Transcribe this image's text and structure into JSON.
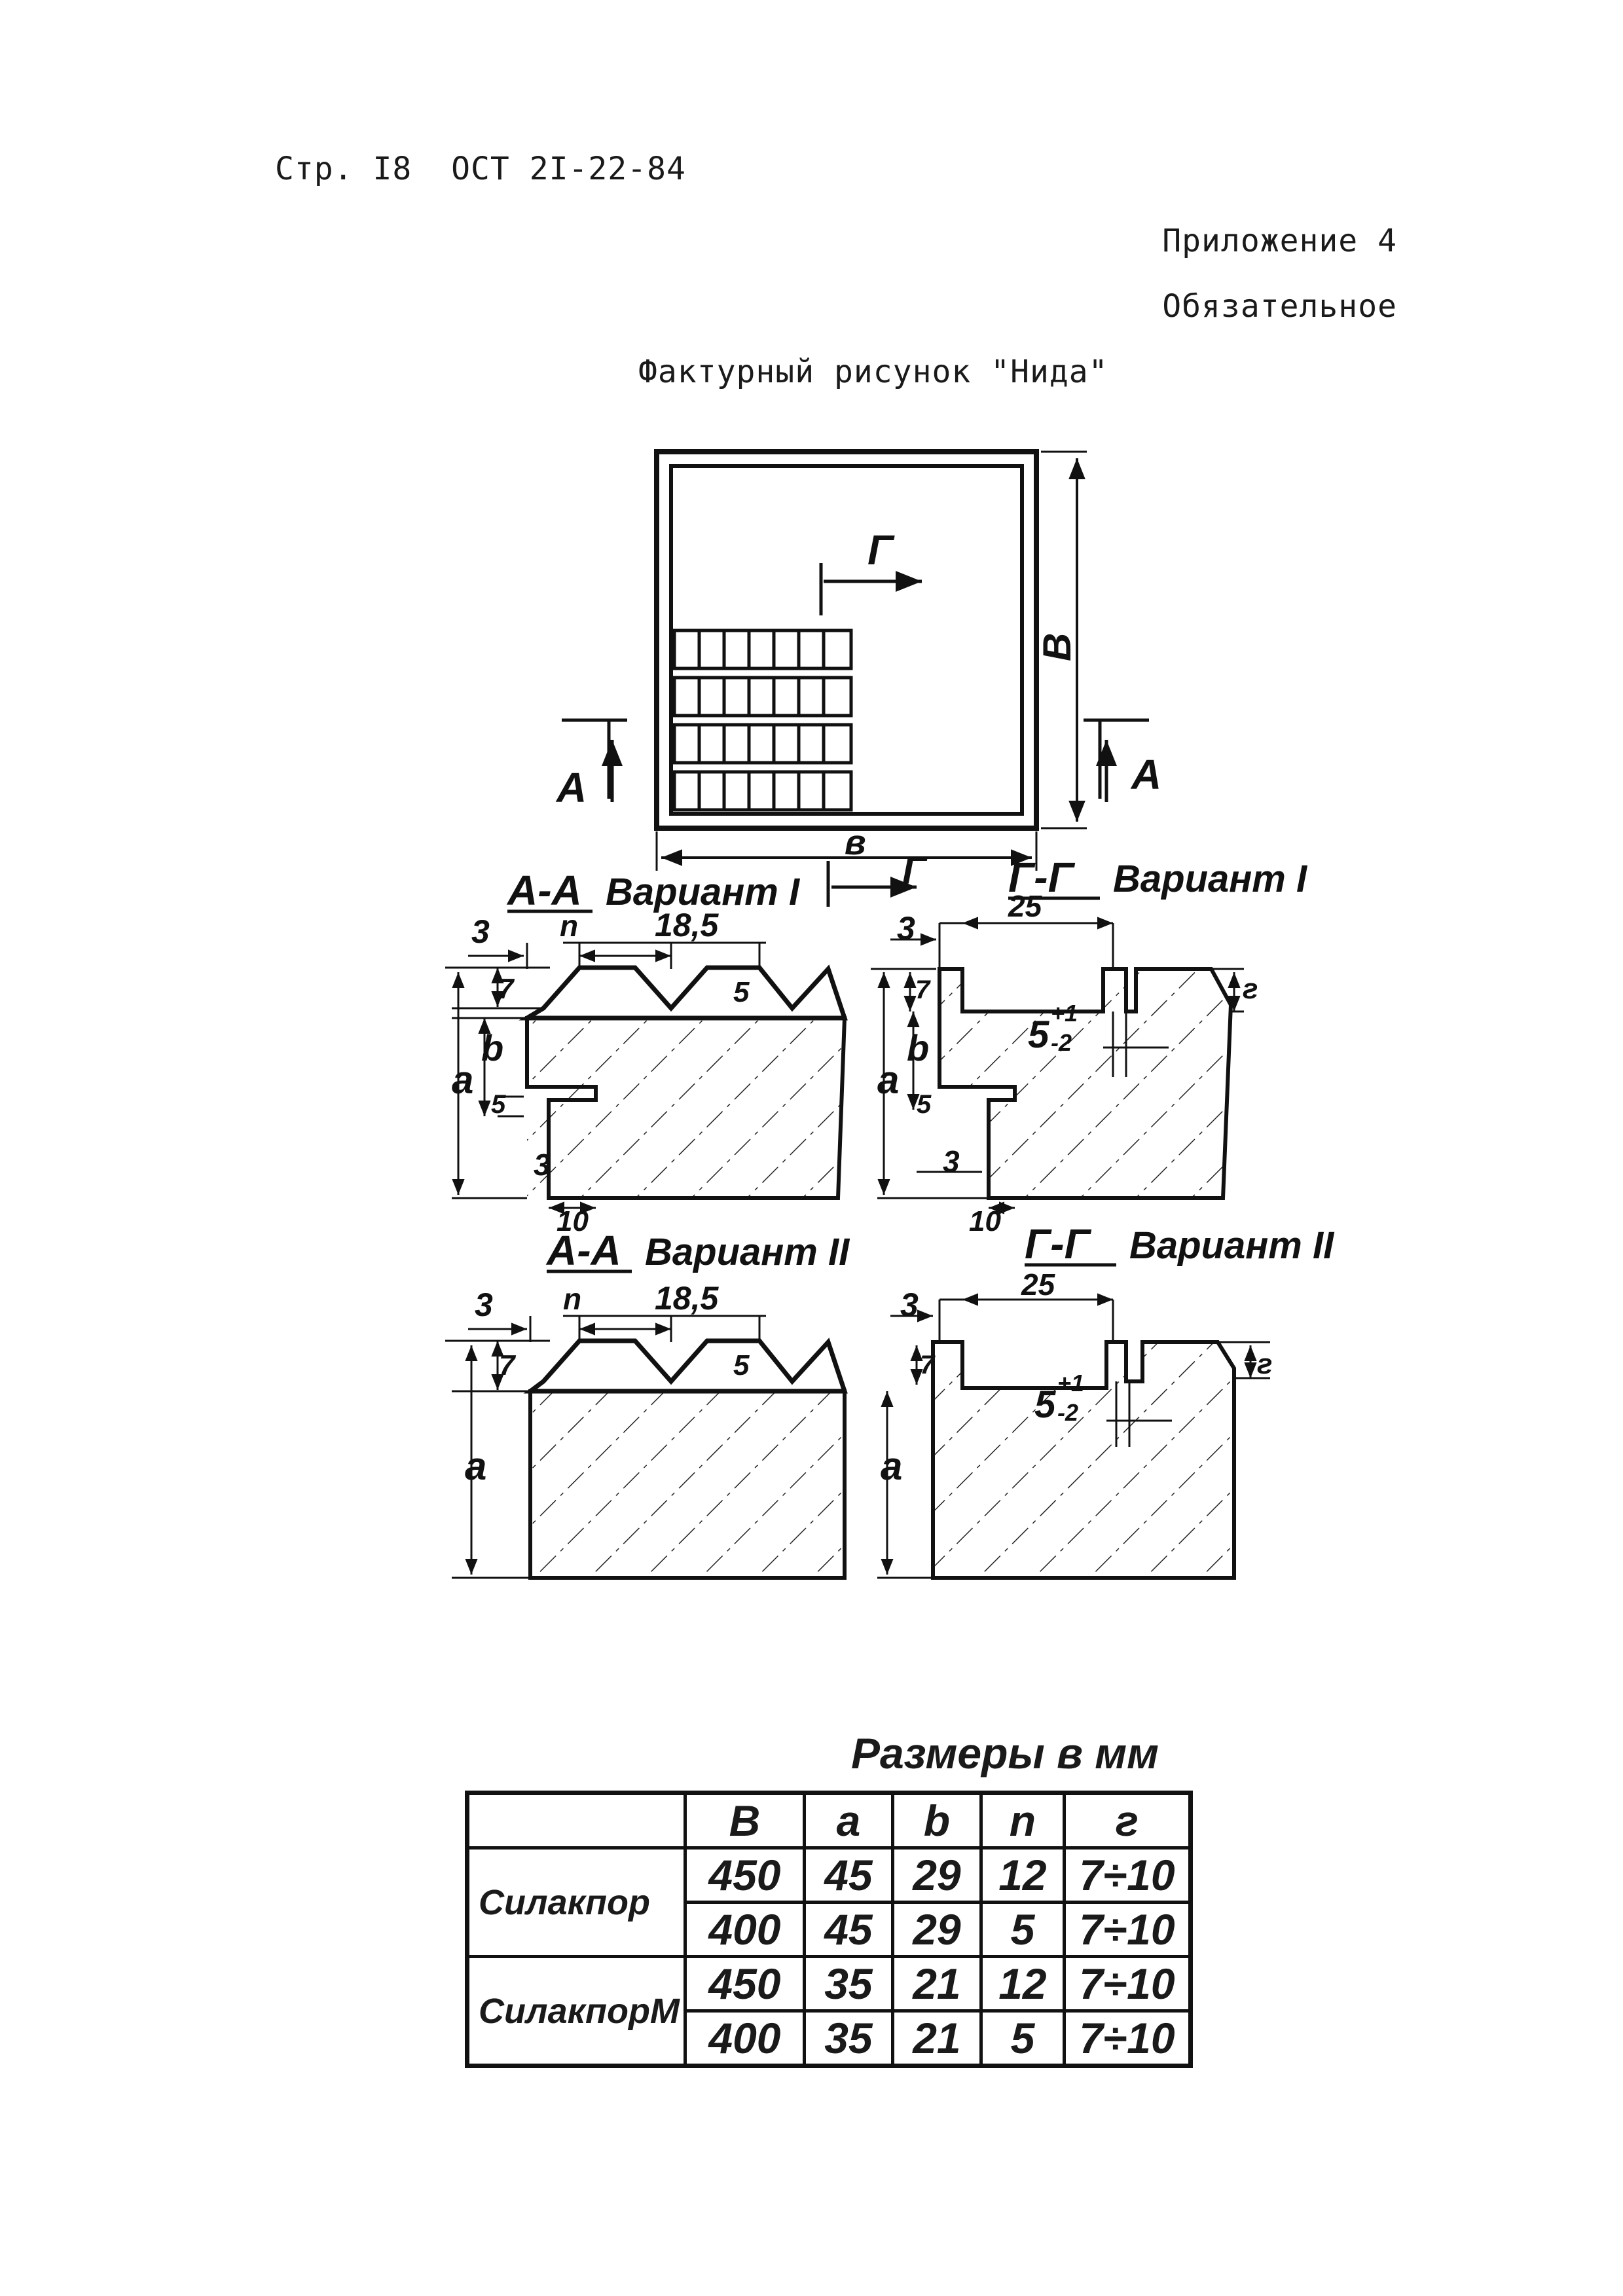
{
  "header": {
    "page_ref": "Стр. I8",
    "doc_code": "ОСТ 2I-22-84"
  },
  "appendix": {
    "label": "Приложение 4",
    "status": "Обязательное"
  },
  "title": "Фактурный рисунок \"Нида\"",
  "drawing": {
    "plan_view": {
      "dim_height": "В",
      "dim_width": "в",
      "section_aa_mark": "А",
      "section_gg_mark": "Г"
    },
    "sections": [
      {
        "title": "А-А",
        "variant": "Вариант I",
        "dims": {
          "edge": "3",
          "n": "n",
          "pitch": "18,5",
          "depth": "5",
          "top": "7",
          "a": "a",
          "b": "b",
          "step": "5",
          "lip": "3",
          "width": "10"
        }
      },
      {
        "title": "Г-Г",
        "variant": "Вариант I",
        "dims": {
          "edge": "3",
          "offset": "25",
          "tol": "5",
          "tol_up": "+1",
          "tol_dn": "-2",
          "g": "г",
          "top": "7",
          "a": "a",
          "b": "b",
          "step": "5",
          "lip": "3",
          "width": "10"
        }
      },
      {
        "title": "А-А",
        "variant": "Вариант II",
        "dims": {
          "edge": "3",
          "n": "n",
          "pitch": "18,5",
          "depth": "5",
          "top": "7",
          "a": "a"
        }
      },
      {
        "title": "Г-Г",
        "variant": "Вариант II",
        "dims": {
          "edge": "3",
          "offset": "25",
          "tol": "5",
          "tol_up": "+1",
          "tol_dn": "-2",
          "g": "г",
          "top": "7",
          "a": "a"
        }
      }
    ]
  },
  "dimensions_table": {
    "caption": "Размеры в мм",
    "headers": [
      "",
      "В",
      "a",
      "b",
      "n",
      "г"
    ],
    "groups": [
      {
        "material": "Силакпор",
        "rows": [
          [
            "450",
            "45",
            "29",
            "12",
            "7÷10"
          ],
          [
            "400",
            "45",
            "29",
            "5",
            "7÷10"
          ]
        ]
      },
      {
        "material": "СилакпорМ",
        "rows": [
          [
            "450",
            "35",
            "21",
            "12",
            "7÷10"
          ],
          [
            "400",
            "35",
            "21",
            "5",
            "7÷10"
          ]
        ]
      }
    ]
  }
}
